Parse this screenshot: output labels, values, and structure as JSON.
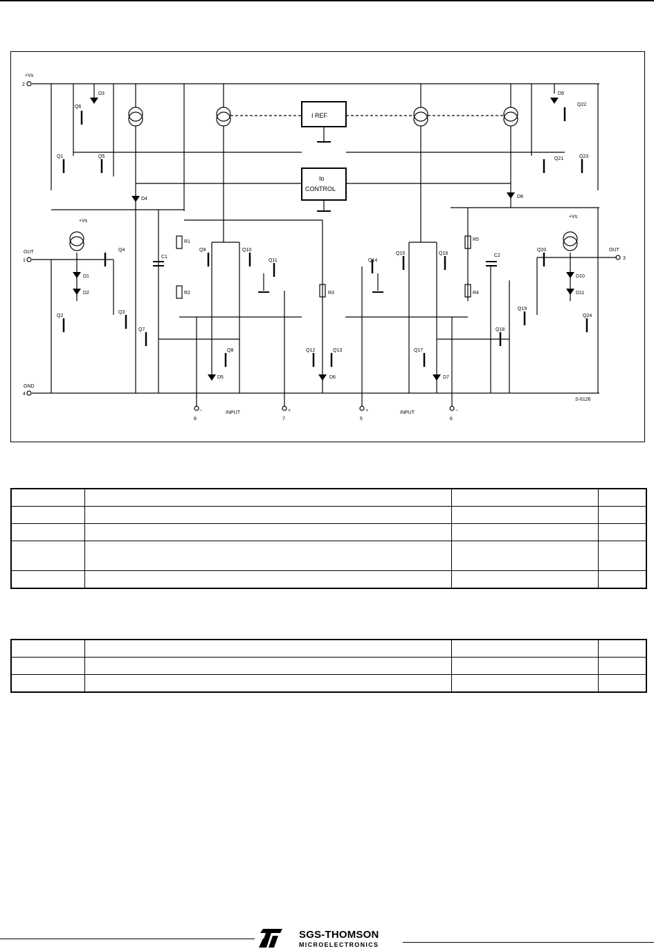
{
  "schematic": {
    "vs_label": "+Vs",
    "pin2": "2",
    "out1_label": "OUT",
    "pin1": "1",
    "gnd_label": "GND",
    "pin4": "4",
    "out3_label": "OUT",
    "pin3": "3",
    "iref_label": "I REF",
    "io_label": "Io",
    "control_label": "CONTROL",
    "input_left_label": "INPUT",
    "input_right_label": "INPUT",
    "pin8_left": "8",
    "pin7": "7",
    "pin5": "5",
    "pin6": "6",
    "minus": "−",
    "plus": "+",
    "drawing_code": "S-6126",
    "vs_local": "+Vs",
    "components": {
      "Q1": "Q1",
      "Q2": "Q2",
      "Q3": "Q3",
      "Q4": "Q4",
      "Q5": "Q5",
      "Q6": "Q6",
      "Q7": "Q7",
      "Q8": "Q8",
      "Q9": "Q9",
      "Q10": "Q10",
      "Q11": "Q11",
      "Q12": "Q12",
      "Q13": "Q13",
      "Q14": "Q14",
      "Q15": "Q15",
      "Q16": "Q16",
      "Q17": "Q17",
      "Q18": "Q18",
      "Q19": "Q19",
      "Q20": "Q20",
      "Q21": "Q21",
      "Q22": "Q22",
      "Q23": "Q23",
      "Q24": "Q24",
      "D1": "D1",
      "D2": "D2",
      "D3": "D3",
      "D4": "D4",
      "D5": "D5",
      "D6": "D6",
      "D7": "D7",
      "D8": "D8",
      "D9": "D9",
      "D10": "D10",
      "D11": "D11",
      "R1": "R1",
      "R2": "R2",
      "R3": "R3",
      "R4": "R4",
      "R5": "R5",
      "C1": "C1",
      "C2": "C2"
    }
  },
  "table1": {
    "rows": [
      [
        "",
        "",
        "",
        ""
      ],
      [
        "",
        "",
        "",
        ""
      ],
      [
        "",
        "",
        "",
        ""
      ],
      [
        "",
        "",
        "",
        ""
      ],
      [
        "",
        "",
        "",
        ""
      ]
    ]
  },
  "table2": {
    "rows": [
      [
        "",
        "",
        "",
        ""
      ],
      [
        "",
        "",
        "",
        ""
      ],
      [
        "",
        "",
        "",
        ""
      ]
    ]
  },
  "footer": {
    "brand_line1": "SGS-THOMSON",
    "brand_line2": "MICROELECTRONICS"
  }
}
